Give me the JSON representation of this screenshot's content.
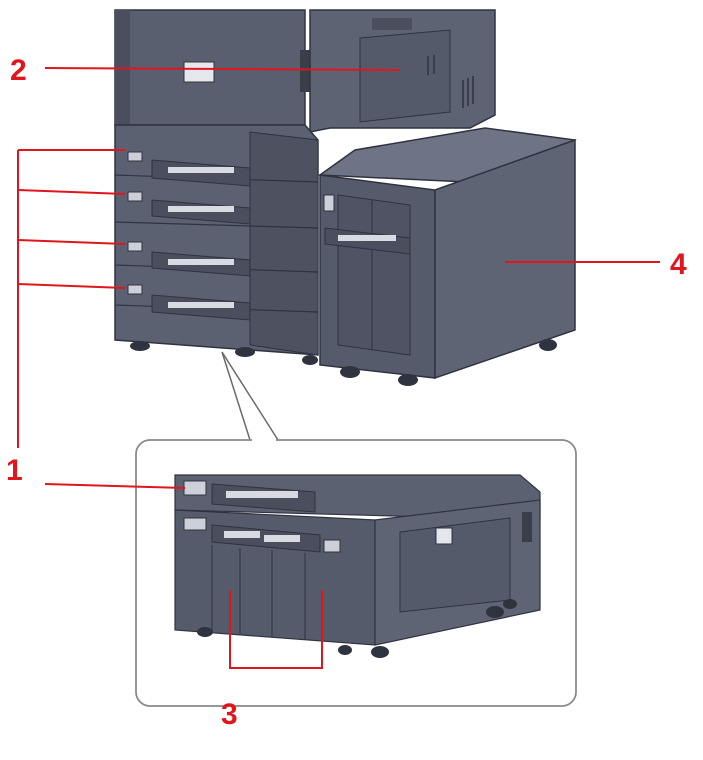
{
  "diagram": {
    "callouts": [
      {
        "id": "1",
        "label": "1"
      },
      {
        "id": "2",
        "label": "2"
      },
      {
        "id": "3",
        "label": "3"
      },
      {
        "id": "4",
        "label": "4"
      }
    ]
  },
  "colors": {
    "callout": "#e0161c",
    "body_dark": "#4e5363",
    "body_mid": "#5f6475",
    "body_light": "#6e7386",
    "edge": "#2f3340",
    "handle": "#d9dbe2",
    "inset_border": "#8a8a8a"
  }
}
